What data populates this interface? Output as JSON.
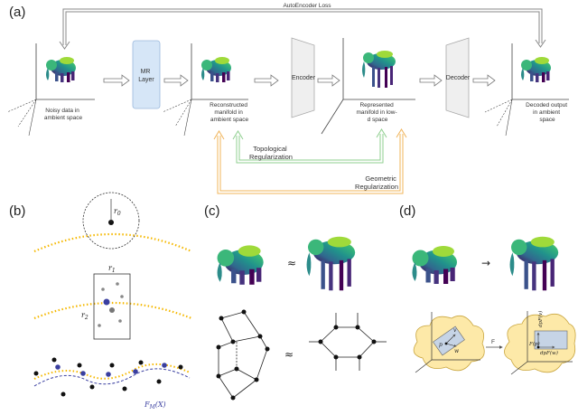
{
  "panels": {
    "a": "(a)",
    "b": "(b)",
    "c": "(c)",
    "d": "(d)"
  },
  "pipeline": {
    "loss_label": "AutoEncoder Loss",
    "mr_layer": [
      "MR",
      "Layer"
    ],
    "encoder": "Encoder",
    "decoder": "Decoder",
    "noisy_caption": [
      "Noisy data in",
      "ambient space"
    ],
    "reconstructed_caption": [
      "Reconstructed",
      "manifold in",
      "ambient space"
    ],
    "represented_caption": [
      "Represented",
      "manifold in low-",
      "d space"
    ],
    "decoded_caption": [
      "Decoded output",
      "in ambient",
      "space"
    ]
  },
  "regularization": {
    "topological": [
      "Topological",
      "Regularization"
    ],
    "geometric": [
      "Geometric",
      "Regularization"
    ]
  },
  "panel_b": {
    "r0": "r",
    "r0_sub": "0",
    "r1": "r",
    "r1_sub": "1",
    "r2": "r",
    "r2_sub": "2",
    "fm_label": "F",
    "fm_sub": "M",
    "fm_arg": "(X)"
  },
  "panel_c": {
    "approx_top": "≈",
    "approx_bottom": "≈"
  },
  "panel_d": {
    "arrow": "→",
    "map_label": "F",
    "p": "p",
    "v": "v",
    "w": "w",
    "fp": "F(p)",
    "dfv": "dpF(v)",
    "dfw": "dpF(w)"
  },
  "colors": {
    "viridis_dark": "#440154",
    "viridis_blue": "#31688e",
    "viridis_teal": "#21918c",
    "viridis_green": "#35b779",
    "viridis_yellow": "#fde725",
    "mr_layer_fill": "#d6e6f7",
    "topo_green": "#8fcf8f",
    "geo_orange": "#f0b45a",
    "manifold_dots": "#f5b800",
    "blue_points": "#3a3fa0",
    "cloud_fill": "#fde9a8"
  }
}
